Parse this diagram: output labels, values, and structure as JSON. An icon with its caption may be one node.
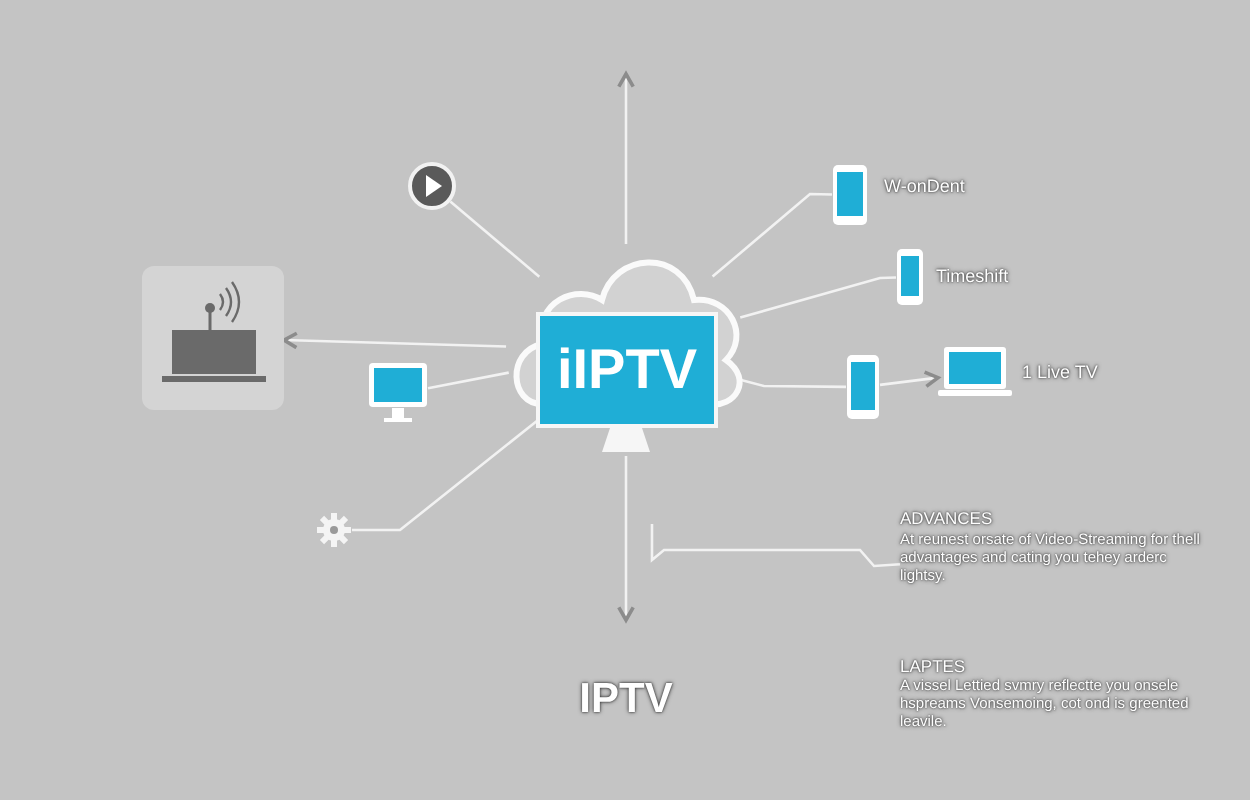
{
  "diagram": {
    "nodes": [
      {
        "text": [
          "iIPTV"
        ]
      },
      {
        "text": [],
        "shape": "picture"
      },
      {
        "text": [],
        "shape": "picture",
        "beside": [
          "W-onDent"
        ]
      },
      {
        "text": [],
        "shape": "picture",
        "beside": [
          "Timeshift"
        ]
      },
      {
        "text": [],
        "shape": "picture"
      },
      {
        "text": [],
        "shape": "picture",
        "beside": [
          "1 Live TV"
        ]
      },
      {
        "text": [],
        "shape": "picture"
      },
      {
        "text": [],
        "shape": "picture"
      },
      {
        "text": [],
        "shape": "picture"
      },
      {
        "text": [
          "ADVANCES",
          "At reunest orsate of Video-Streaming for thell advantages and cating you tehey arderc lightsy."
        ]
      },
      {
        "text": [
          "IPTV"
        ]
      }
    ],
    "edges": [
      {
        "from": 0,
        "to": null,
        "arrow": "to"
      },
      {
        "from": 0,
        "to": 1,
        "arrow": "none"
      },
      {
        "from": 0,
        "to": 2,
        "arrow": "none"
      },
      {
        "from": 0,
        "to": 3,
        "arrow": "none"
      },
      {
        "from": 0,
        "to": 4,
        "arrow": "none"
      },
      {
        "from": 4,
        "to": 5,
        "arrow": "to"
      },
      {
        "from": 0,
        "to": 6,
        "arrow": "none"
      },
      {
        "from": 0,
        "to": 7,
        "arrow": "to"
      },
      {
        "from": 0,
        "to": 8,
        "arrow": "none"
      },
      {
        "from": null,
        "to": 9,
        "arrow": "none"
      },
      {
        "from": 0,
        "to": 10,
        "arrow": "to"
      }
    ],
    "labels": [
      "LAPTES",
      "A vissel Lettied svmry reflectte you onsele hspreams Vonsemoing, cot ond is greented leavile."
    ]
  }
}
